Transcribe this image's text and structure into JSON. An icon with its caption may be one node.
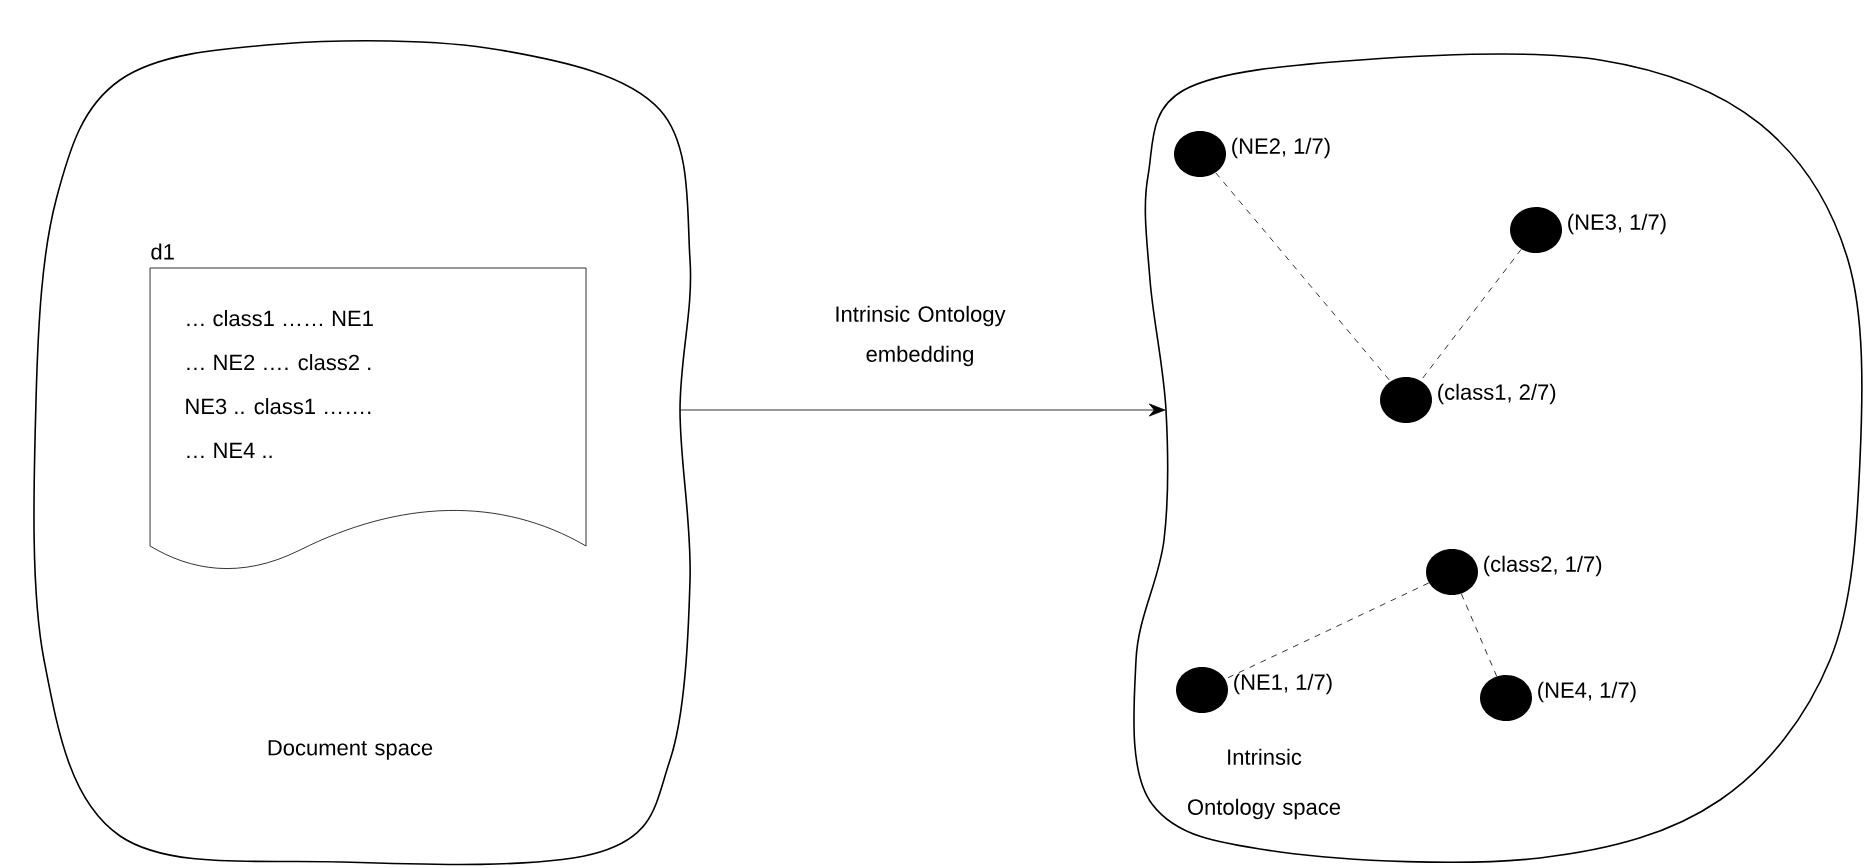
{
  "diagram": {
    "nodes": [
      {
        "text": [
          "Document space"
        ]
      },
      {
        "text": [
          "d1",
          "… class1 …… NE1",
          "… NE2 …. class2 .",
          "NE3 .. class1 …….",
          "… NE4 .."
        ],
        "in": 0
      },
      {
        "text": [
          "Intrinsic Ontology space"
        ]
      },
      {
        "text": [],
        "shape": "circle",
        "beside": [
          "(NE2, 1/7)"
        ],
        "in": 2
      },
      {
        "text": [],
        "shape": "circle",
        "beside": [
          "(NE3, 1/7)"
        ],
        "in": 2
      },
      {
        "text": [],
        "shape": "circle",
        "beside": [
          "(class1, 2/7)"
        ],
        "in": 2
      },
      {
        "text": [],
        "shape": "circle",
        "beside": [
          "(class2, 1/7)"
        ],
        "in": 2
      },
      {
        "text": [],
        "shape": "circle",
        "beside": [
          "(NE1, 1/7)"
        ],
        "in": 2
      },
      {
        "text": [],
        "shape": "circle",
        "beside": [
          "(NE4, 1/7)"
        ],
        "in": 2
      }
    ],
    "edges": [
      {
        "from": 0,
        "to": 2,
        "arrow": "to",
        "label": "Intrinsic Ontology embedding"
      },
      {
        "from": 3,
        "to": 5,
        "arrow": "none",
        "style": "dashed"
      },
      {
        "from": 4,
        "to": 5,
        "arrow": "none",
        "style": "dashed"
      },
      {
        "from": 6,
        "to": 7,
        "arrow": "none",
        "style": "dashed"
      },
      {
        "from": 6,
        "to": 8,
        "arrow": "none",
        "style": "dashed"
      }
    ]
  }
}
